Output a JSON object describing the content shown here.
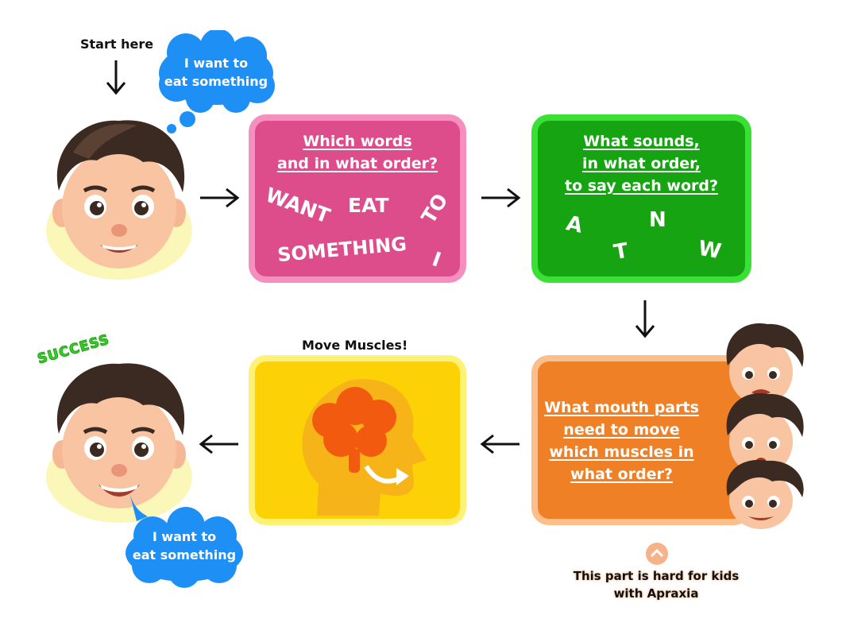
{
  "start_label": "Start here",
  "thought_bubble": {
    "line1": "I want to",
    "line2": "eat something"
  },
  "words_box": {
    "question": [
      "Which words",
      "and in what order?"
    ],
    "jumbled_words": [
      "WANT",
      "EAT",
      "TO",
      "SOMETHING",
      "I"
    ]
  },
  "sounds_box": {
    "question": [
      "What sounds,",
      "in what order,",
      "to say each word?"
    ],
    "letters": [
      "A",
      "N",
      "T",
      "W"
    ]
  },
  "mouth_box": {
    "question": [
      "What mouth parts",
      "need to move",
      "which muscles in",
      "what order?"
    ]
  },
  "muscles_label": "Move Muscles!",
  "success_label": "SUCCESS",
  "speech_bubble": {
    "line1": "I want to",
    "line2": "eat something"
  },
  "note": {
    "line1": "This part is hard for kids",
    "line2": "with Apraxia"
  },
  "icons": [
    "boy-face-icon",
    "brain-head-icon",
    "chevron-up-icon",
    "arrow-right-icon",
    "arrow-down-icon",
    "arrow-left-icon"
  ],
  "colors": {
    "pink": "#dd4d8b",
    "green": "#17a413",
    "yellow": "#fcd207",
    "orange": "#f08026",
    "bubble_blue": "#1e90f5"
  }
}
